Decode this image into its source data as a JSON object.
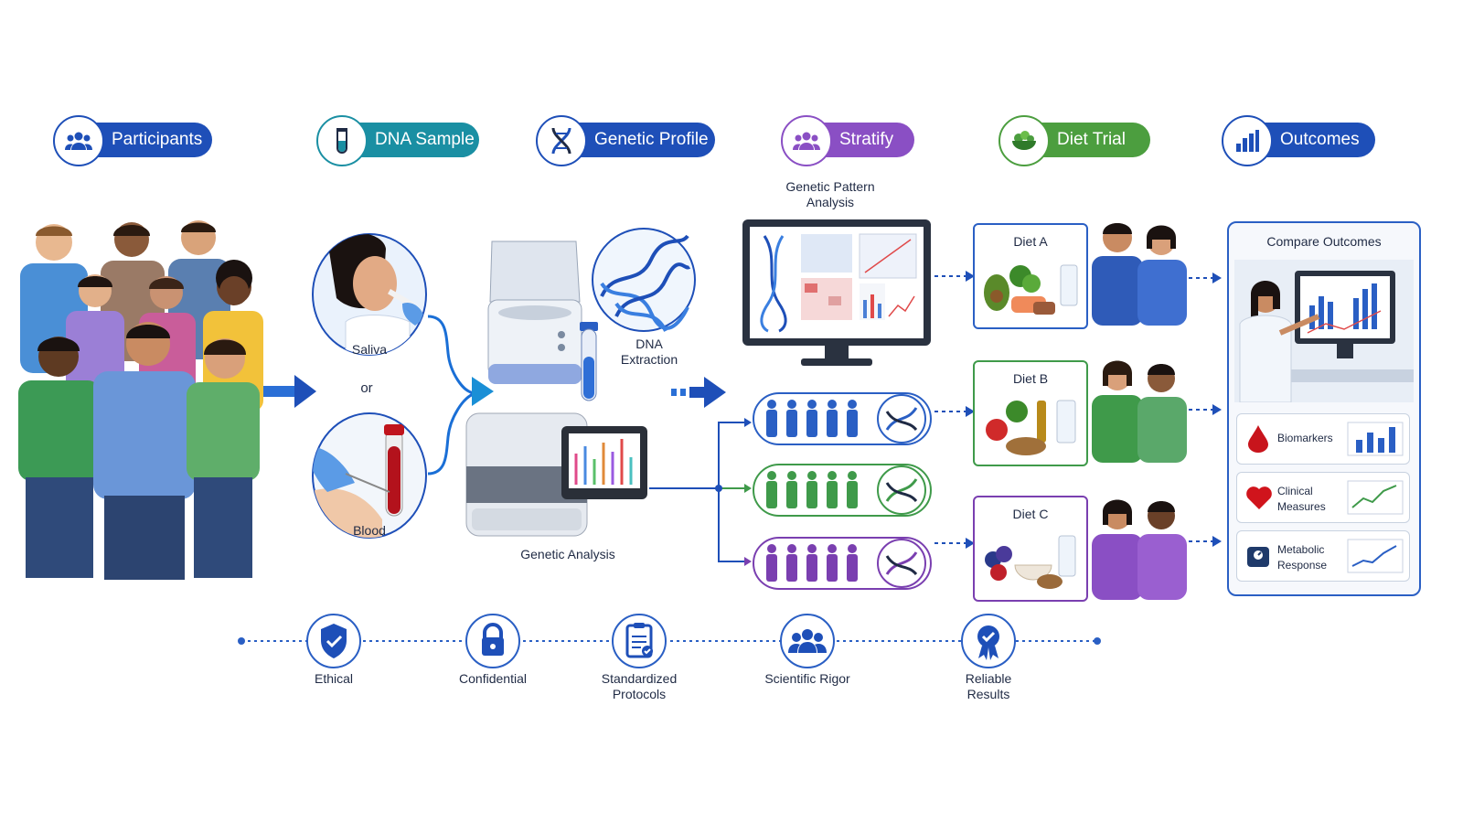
{
  "steps": {
    "participants": "Participants",
    "dna_sample": "DNA Sample",
    "genetic_profile": "Genetic Profile",
    "stratify": "Stratify",
    "diet_trial": "Diet Trial",
    "outcomes": "Outcomes"
  },
  "sample": {
    "saliva": "Saliva",
    "or": "or",
    "blood": "Blood"
  },
  "profile": {
    "dna_extraction": "DNA Extraction",
    "genetic_analysis": "Genetic Analysis"
  },
  "stratify": {
    "title": "Genetic Pattern Analysis"
  },
  "diets": {
    "a": "Diet A",
    "b": "Diet B",
    "c": "Diet C"
  },
  "outcomes": {
    "title": "Compare Outcomes",
    "biomarkers": "Biomarkers",
    "clinical": "Clinical Measures",
    "metabolic": "Metabolic Response"
  },
  "principles": {
    "ethical": "Ethical",
    "confidential": "Confidential",
    "standardized": "Standardized Protocols",
    "scientific": "Scientific Rigor",
    "reliable": "Reliable Results"
  },
  "colors": {
    "navy": "#1e4fb8",
    "teal": "#1a8fa3",
    "purple": "#8a4fc4",
    "green": "#4c9e3f",
    "group_blue": "#2a5fc4",
    "group_green": "#3f9a4a",
    "group_purple": "#7a3fb0"
  }
}
